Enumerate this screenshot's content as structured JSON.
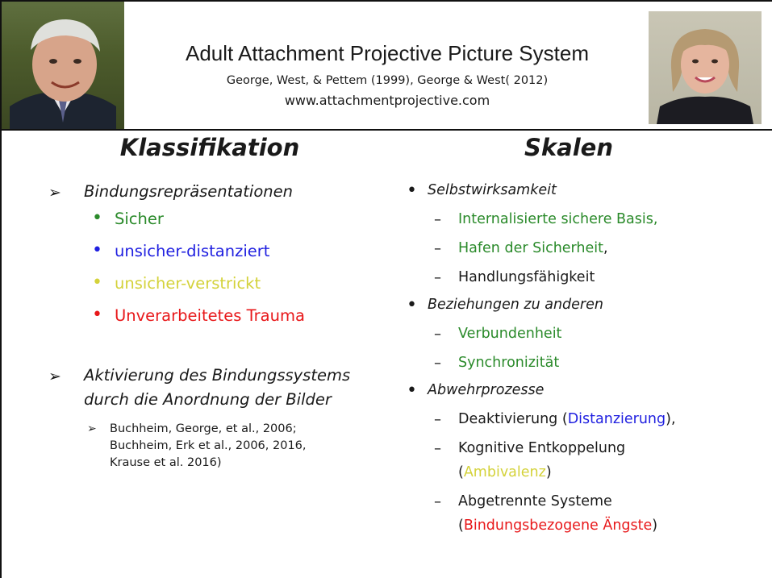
{
  "header": {
    "title": "Adult Attachment Projective Picture System",
    "citation": "George, West, & Pettem (1999), George & West( 2012)",
    "url": "www.attachmentprojective.com"
  },
  "left": {
    "heading": "Klassifikation",
    "item1": "Bindungsrepräsentationen",
    "sub": [
      "Sicher",
      "unsicher-distanziert",
      "unsicher-verstrickt",
      "Unverarbeitetes Trauma"
    ],
    "item2_line1": "Aktivierung des Bindungssystems",
    "item2_line2": "durch die Anordnung der Bilder",
    "refs": [
      "Buchheim, George, et al., 2006;",
      "Buchheim, Erk et al., 2006, 2016,",
      "Krause et al. 2016)"
    ]
  },
  "right": {
    "heading": "Skalen",
    "g1": "Selbstwirksamkeit",
    "g1_items": [
      "Internalisierte sichere Basis,",
      "Hafen der Sicherheit",
      ",",
      "Handlungsfähigkeit"
    ],
    "g2": "Beziehungen zu anderen",
    "g2_items": [
      "Verbundenheit",
      "Synchronizität"
    ],
    "g3": "Abwehrprozesse",
    "g3_a": [
      "Deaktivierung (",
      "Distanzierung",
      "),"
    ],
    "g3_b": [
      "Kognitive Entkoppelung",
      "(",
      "Ambivalenz",
      ")"
    ],
    "g3_c": [
      "Abgetrennte Systeme",
      "(",
      "Bindungsbezogene Ängste",
      ")"
    ]
  },
  "colors": {
    "green": "#2a8a2a",
    "blue": "#1f1fe0",
    "yellow": "#d4d23a",
    "red": "#e8181a"
  }
}
